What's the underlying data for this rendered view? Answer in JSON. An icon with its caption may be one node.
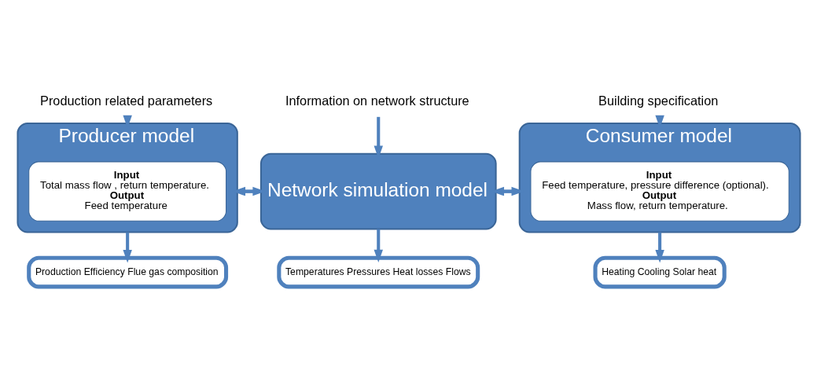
{
  "diagram": {
    "nodes": [
      {
        "text": [
          "Production related parameters"
        ]
      },
      {
        "text": [
          "Information on network structure"
        ]
      },
      {
        "text": [
          "Building specification"
        ]
      },
      {
        "text": [
          "Producer model"
        ]
      },
      {
        "text": [
          "Input",
          "Total mass flow , return temperature.",
          "Output",
          "Feed temperature"
        ],
        "in": 3
      },
      {
        "text": [
          "Network simulation model"
        ]
      },
      {
        "text": [
          "Consumer model"
        ]
      },
      {
        "text": [
          "Input",
          "Feed temperature, pressure difference (optional).",
          "Output",
          "Mass flow, return temperature."
        ],
        "in": 6
      },
      {
        "text": [
          "Production Efficiency Flue gas composition"
        ]
      },
      {
        "text": [
          "Temperatures Pressures Heat losses Flows"
        ]
      },
      {
        "text": [
          "Heating Cooling Solar heat"
        ]
      }
    ],
    "edges": [
      {
        "from": 0,
        "to": 3,
        "arrow": "to"
      },
      {
        "from": 1,
        "to": 5,
        "arrow": "to"
      },
      {
        "from": 2,
        "to": 6,
        "arrow": "to"
      },
      {
        "from": 3,
        "to": 5,
        "arrow": "to"
      },
      {
        "from": 5,
        "to": 3,
        "arrow": "to"
      },
      {
        "from": 5,
        "to": 6,
        "arrow": "to"
      },
      {
        "from": 6,
        "to": 5,
        "arrow": "to"
      },
      {
        "from": 3,
        "to": 8,
        "arrow": "to"
      },
      {
        "from": 5,
        "to": 9,
        "arrow": "to"
      },
      {
        "from": 6,
        "to": 10,
        "arrow": "to"
      }
    ]
  }
}
